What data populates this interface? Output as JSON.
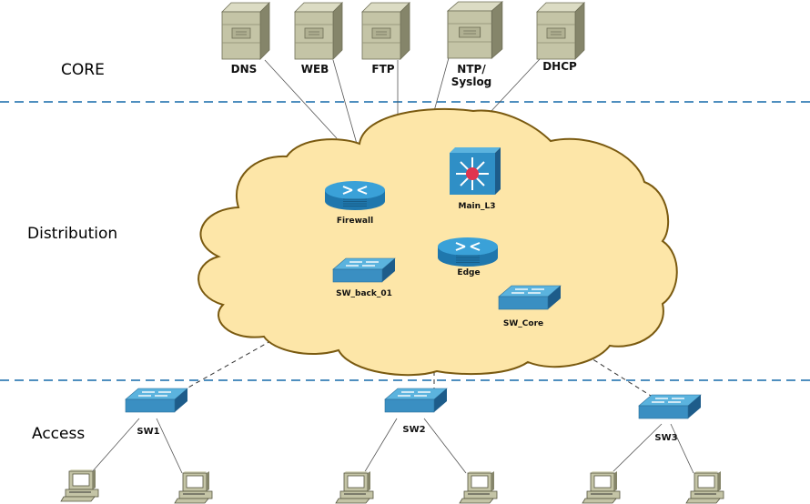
{
  "title": "Hierarchical Network Design",
  "layers": [
    {
      "id": "core",
      "label": "CORE"
    },
    {
      "id": "distribution",
      "label": "Distribution"
    },
    {
      "id": "access",
      "label": "Access"
    }
  ],
  "servers": [
    {
      "id": "dns",
      "label": "DNS"
    },
    {
      "id": "web",
      "label": "WEB"
    },
    {
      "id": "ftp",
      "label": "FTP"
    },
    {
      "id": "ntp",
      "label": "NTP/\nSyslog"
    },
    {
      "id": "dhcp",
      "label": "DHCP"
    }
  ],
  "distribution_devices": [
    {
      "id": "firewall",
      "type": "router",
      "label": "Firewall"
    },
    {
      "id": "main_l3",
      "type": "l3-switch",
      "label": "Main_L3"
    },
    {
      "id": "edge",
      "type": "router",
      "label": "Edge"
    },
    {
      "id": "sw_back_01",
      "type": "switch",
      "label": "SW_back_01"
    },
    {
      "id": "sw_core",
      "type": "switch",
      "label": "SW_Core"
    }
  ],
  "access_switches": [
    {
      "id": "sw1",
      "label": "SW1"
    },
    {
      "id": "sw2",
      "label": "SW2"
    },
    {
      "id": "sw3",
      "label": "SW3"
    }
  ],
  "pcs_per_switch": 2,
  "colors": {
    "layer_divider": "#4f8fbf",
    "cloud_fill": "#fde6a8",
    "cloud_stroke": "#7a5a10",
    "device_blue": "#2f8fc6",
    "server_body": "#c4c4a6"
  }
}
